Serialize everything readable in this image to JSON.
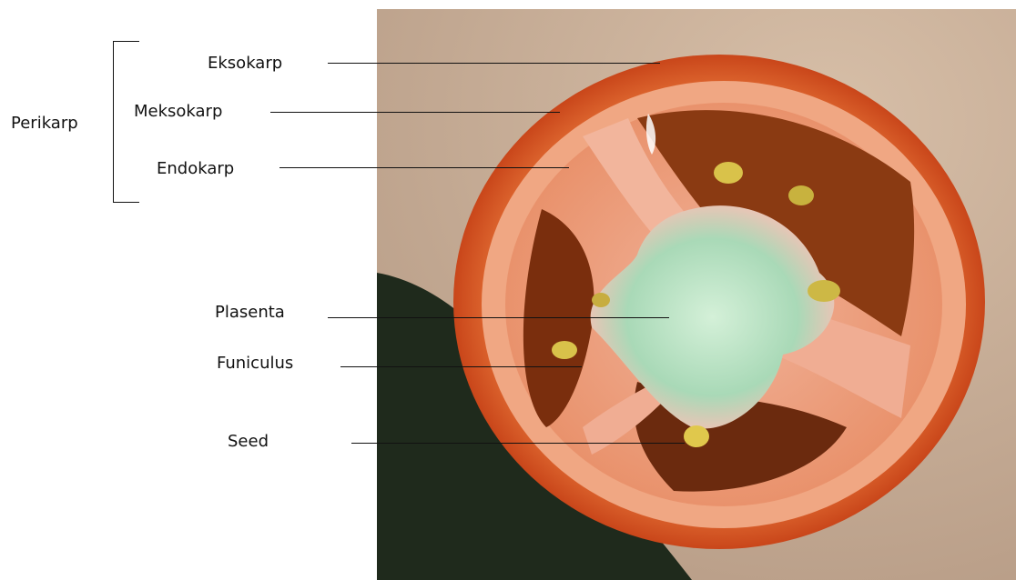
{
  "labels": {
    "group": "Perikarp",
    "eksokarp": "Eksokarp",
    "meksokarp": "Meksokarp",
    "endokarp": "Endokarp",
    "plasenta": "Plasenta",
    "funiculus": "Funiculus",
    "seed": "Seed"
  },
  "colors": {
    "background_surface": "#c9ae97",
    "shadow": "#1f2a1c",
    "tomato_skin": "#d9541e",
    "flesh": "#e88c6b",
    "placenta": "#bfe3c8",
    "seed": "#d9c24a",
    "jelly": "#6b2a0e"
  }
}
